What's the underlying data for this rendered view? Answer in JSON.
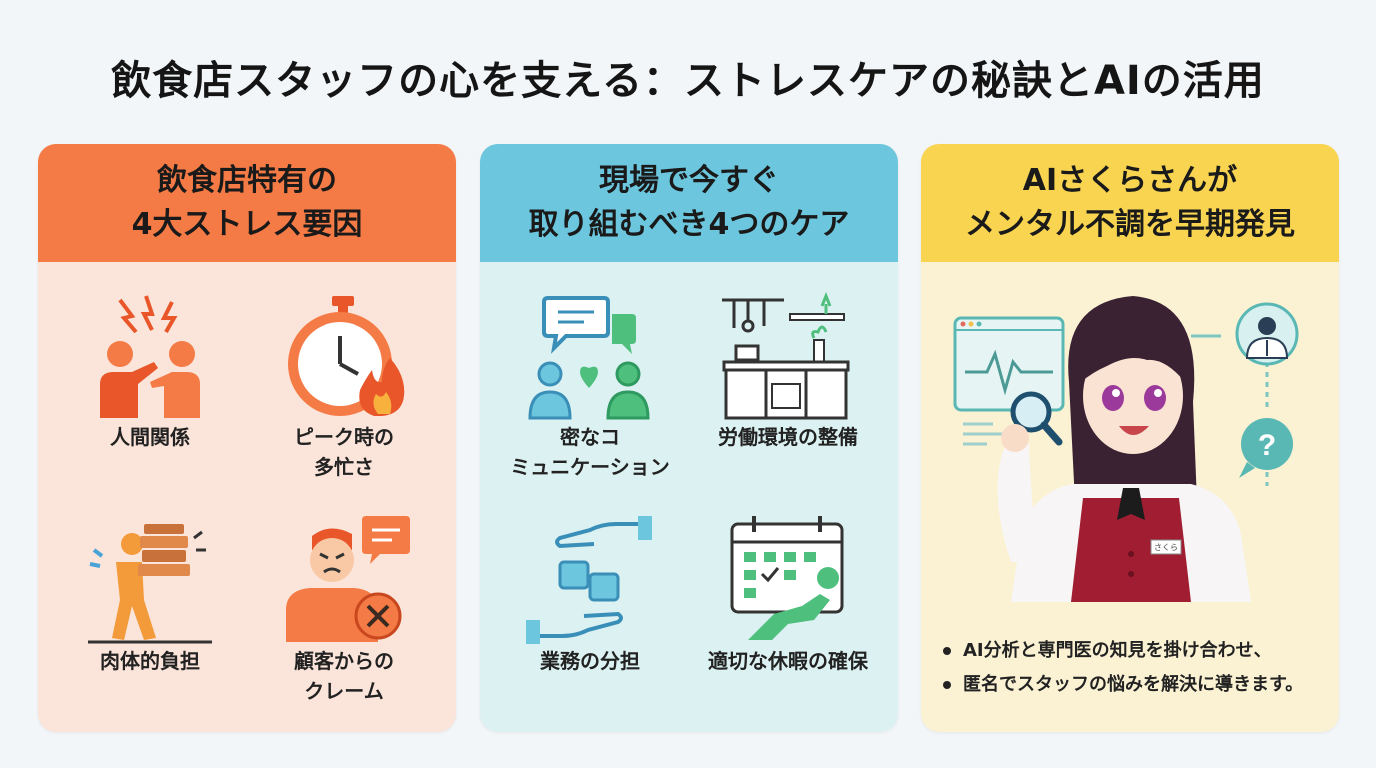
{
  "title": "飲食店スタッフの心を支える：ストレスケアの秘訣とAIの活用",
  "colors": {
    "orange": "#f47b45",
    "blue": "#6cc6de",
    "yellow": "#f8d451",
    "green": "#4fbf7e"
  },
  "panels": {
    "stress": {
      "title_line1": "飲食店特有の",
      "title_line2": "4大ストレス要因",
      "items": [
        {
          "line1": "人間関係",
          "line2": "",
          "icon": "conflict-icon"
        },
        {
          "line1": "ピーク時の",
          "line2": "多忙さ",
          "icon": "stopwatch-fire-icon"
        },
        {
          "line1": "肉体的負担",
          "line2": "",
          "icon": "carrying-boxes-icon"
        },
        {
          "line1": "顧客からの",
          "line2": "クレーム",
          "icon": "angry-customer-icon"
        }
      ]
    },
    "care": {
      "title_line1": "現場で今すぐ",
      "title_line2": "取り組むべき4つのケア",
      "items": [
        {
          "line1": "密なコ",
          "line2": "ミュニケーション",
          "icon": "chat-heart-icon"
        },
        {
          "line1": "労働環境の整備",
          "line2": "",
          "icon": "kitchen-icon"
        },
        {
          "line1": "業務の分担",
          "line2": "",
          "icon": "puzzle-hands-icon"
        },
        {
          "line1": "適切な休暇の確保",
          "line2": "",
          "icon": "calendar-rest-icon"
        }
      ]
    },
    "ai": {
      "title_line1": "AIさくらさんが",
      "title_line2": "メンタル不調を早期発見",
      "badge": "さくら",
      "bullets": [
        "AI分析と専門医の知見を掛け合わせ、",
        "匿名でスタッフの悩みを解決に導きます。"
      ]
    }
  }
}
